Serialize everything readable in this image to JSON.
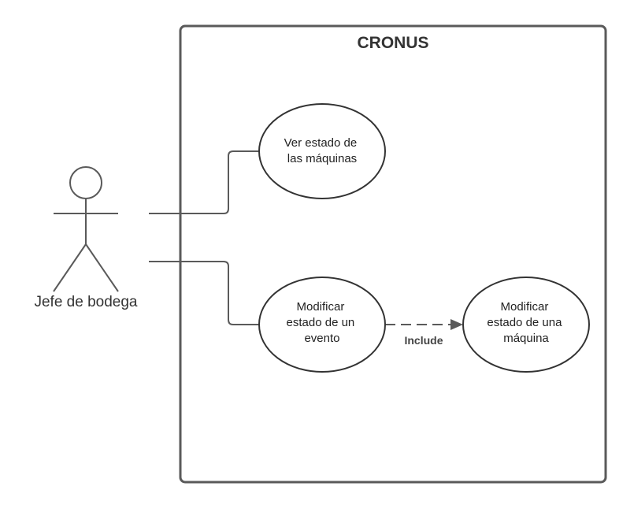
{
  "system": {
    "title": "CRONUS"
  },
  "actor": {
    "name": "Jefe de bodega"
  },
  "use_cases": {
    "ver_estado": [
      "Ver estado de",
      "las máquinas"
    ],
    "modificar_evento": [
      "Modificar",
      "estado de un",
      "evento"
    ],
    "modificar_maquina": [
      "Modificar",
      "estado de una",
      "máquina"
    ]
  },
  "relationships": {
    "include_label": "Include"
  }
}
